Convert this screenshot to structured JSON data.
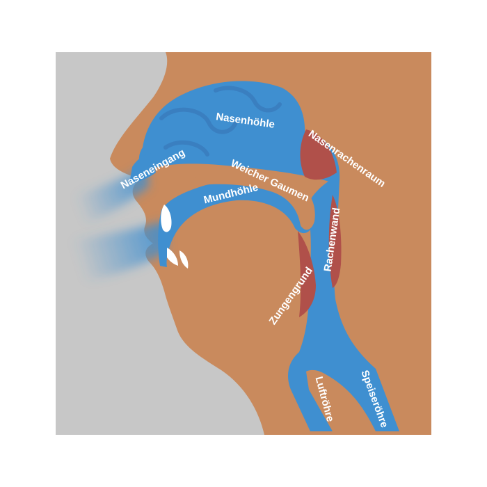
{
  "diagram": {
    "labels": {
      "nasenhoehle": "Nasenhöhle",
      "naseneingang": "Naseneingang",
      "nasenrachenraum": "Nasenrachenraum",
      "weicher_gaumen": "Weicher Gaumen",
      "mundhoehle": "Mundhöhle",
      "rachenwand": "Rachenwand",
      "zungengrund": "Zungengrund",
      "luftroehre": "Luftröhre",
      "speiseroehre": "Speiseröhre"
    },
    "colors": {
      "background_gray": "#c7c7c7",
      "tissue": "#c98a5d",
      "airway_blue": "#3f8fd0",
      "muscle_red": "#b0504a",
      "label": "#ffffff"
    }
  }
}
